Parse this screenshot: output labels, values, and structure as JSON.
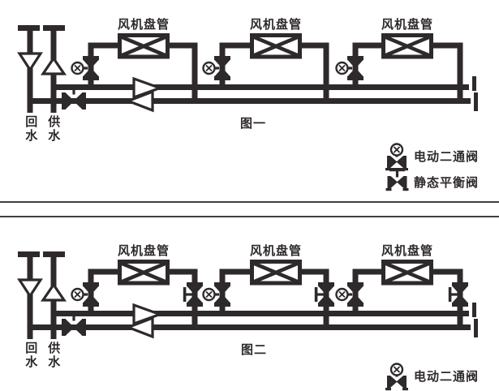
{
  "colors": {
    "line": "#2e2a2b",
    "divider": "#3f3f3f",
    "background": "#ffffff"
  },
  "figure1": {
    "caption": "图一",
    "fcu_labels": [
      "风机盘管",
      "风机盘管",
      "风机盘管"
    ],
    "riser": {
      "return_label": "回水",
      "supply_label": "供水"
    },
    "legend": [
      {
        "icon": "electric-two-way-valve-icon",
        "label": "电动二通阀"
      },
      {
        "icon": "static-balancing-valve-icon",
        "label": "静态平衡阀"
      }
    ]
  },
  "figure2": {
    "caption": "图二",
    "fcu_labels": [
      "风机盘管",
      "风机盘管",
      "风机盘管"
    ],
    "riser": {
      "return_label": "回水",
      "supply_label": "供水"
    },
    "legend": [
      {
        "icon": "electric-two-way-valve-icon",
        "label": "电动二通阀"
      }
    ]
  }
}
